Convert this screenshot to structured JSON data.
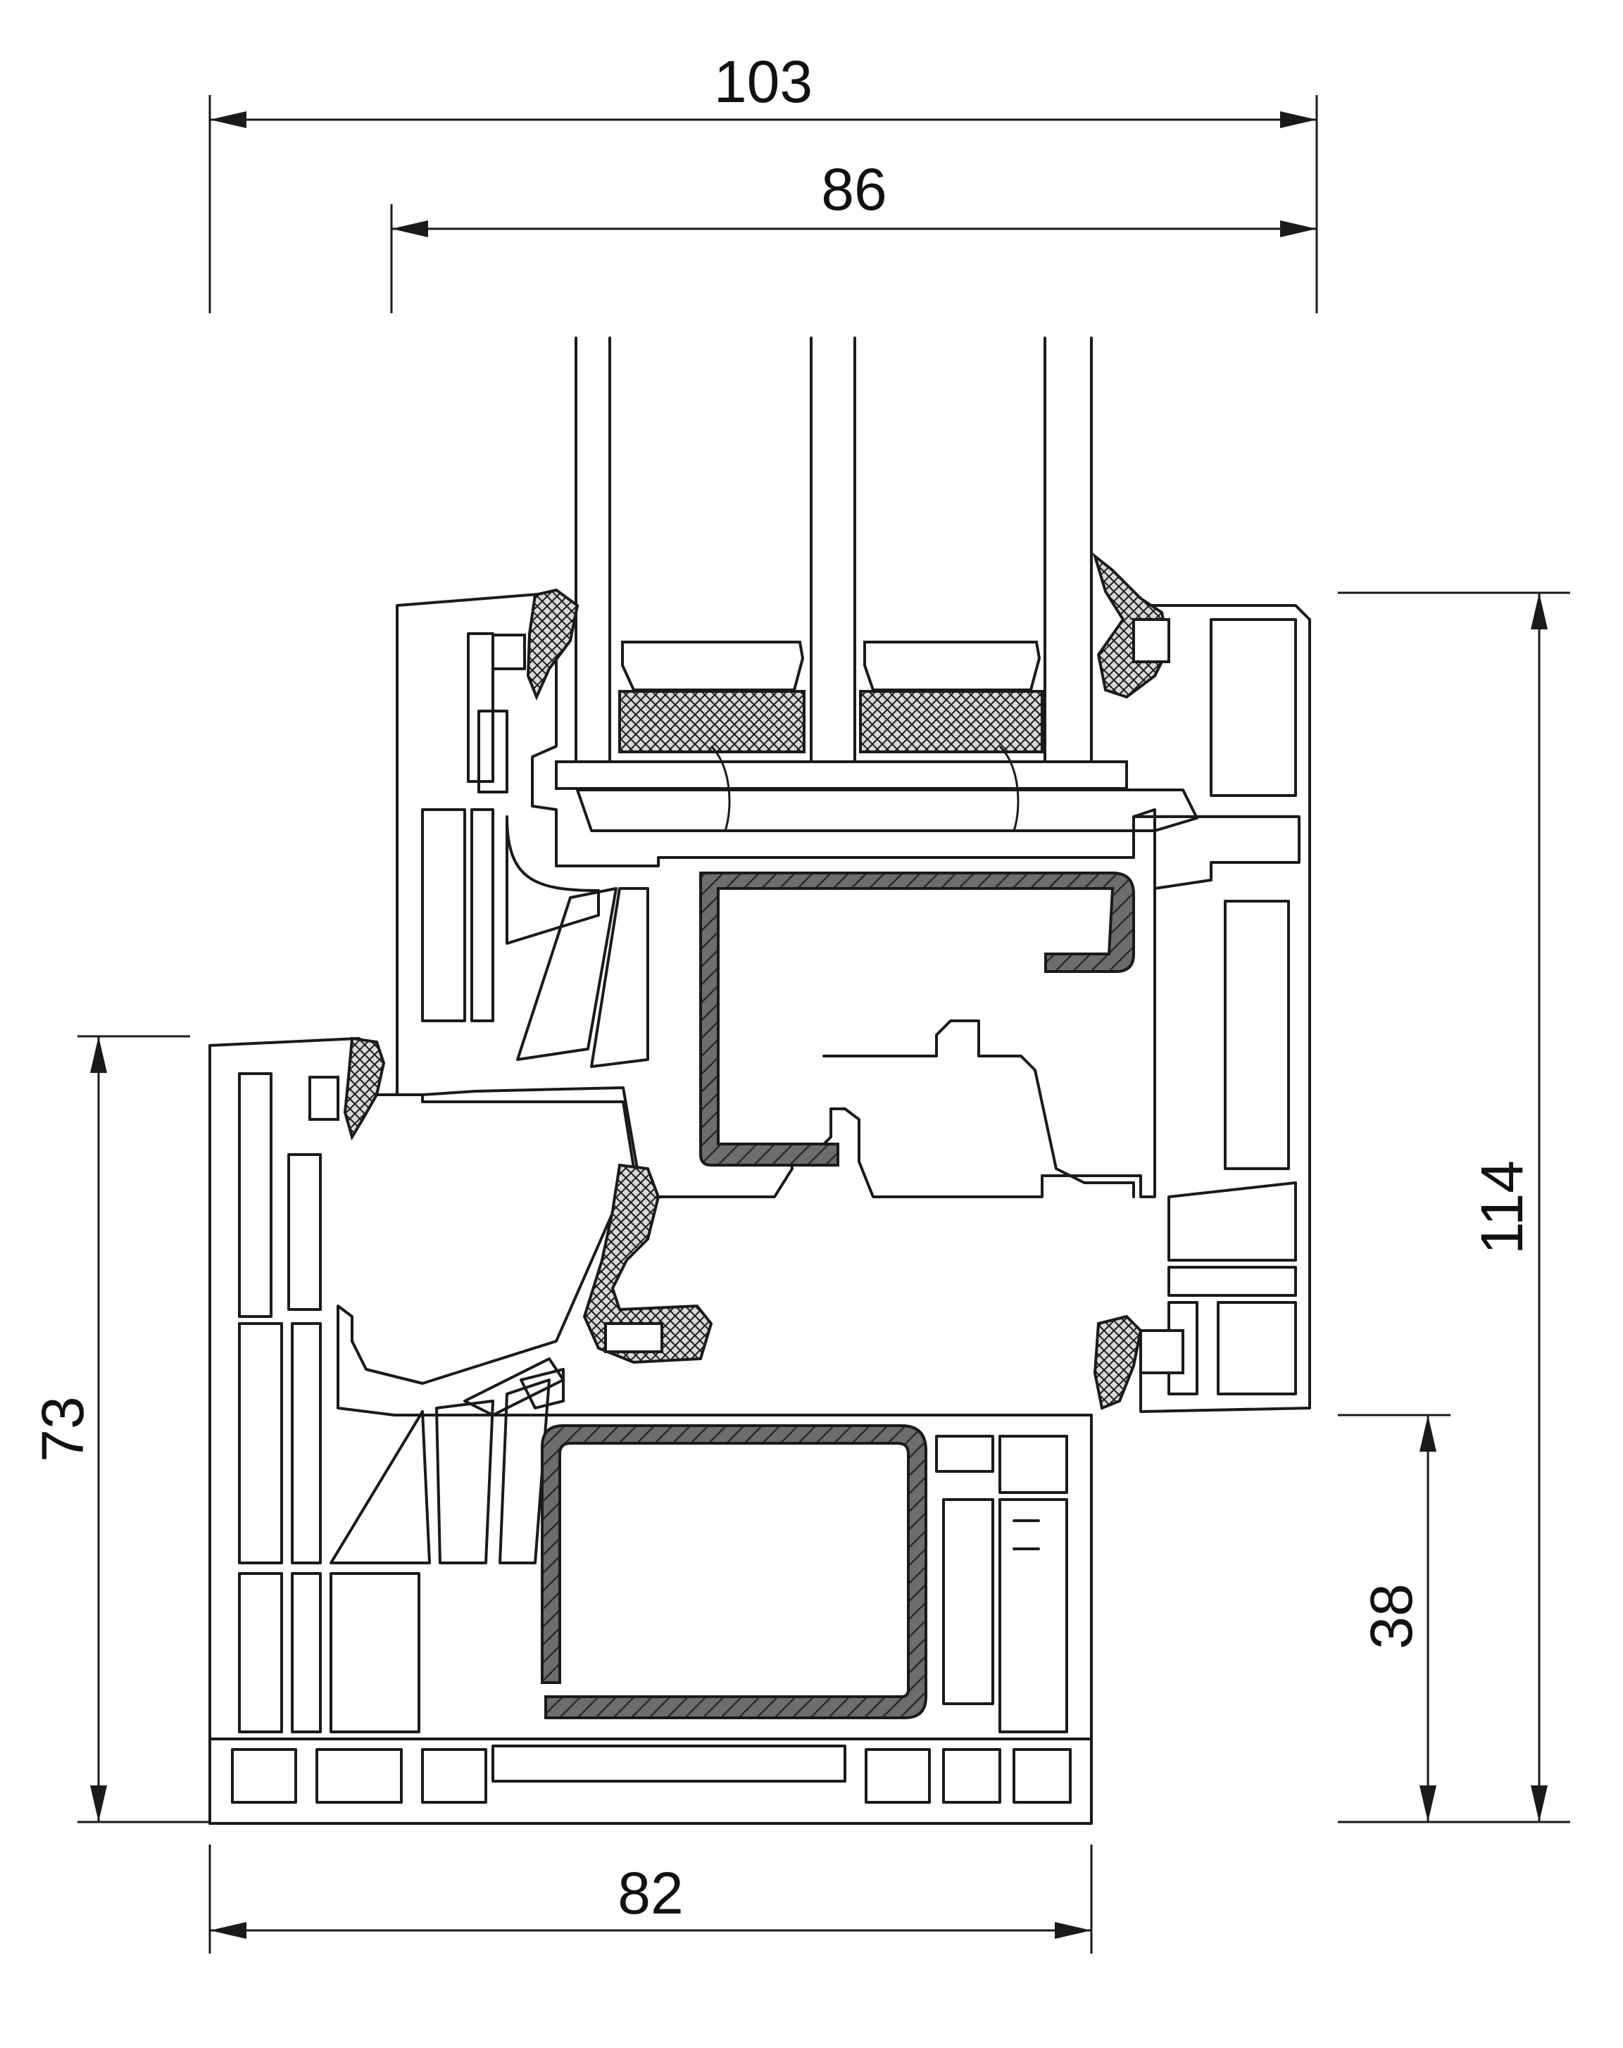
{
  "dimensions": {
    "overall_width": "103",
    "sash_width": "86",
    "frame_width": "82",
    "frame_height": "73",
    "overall_height": "114",
    "sash_offset_height": "38"
  },
  "colors": {
    "line": "#1a1a1a",
    "steel_fill": "#6d6d6d",
    "gasket_fill": "#dcdcdc",
    "background": "#ffffff"
  }
}
